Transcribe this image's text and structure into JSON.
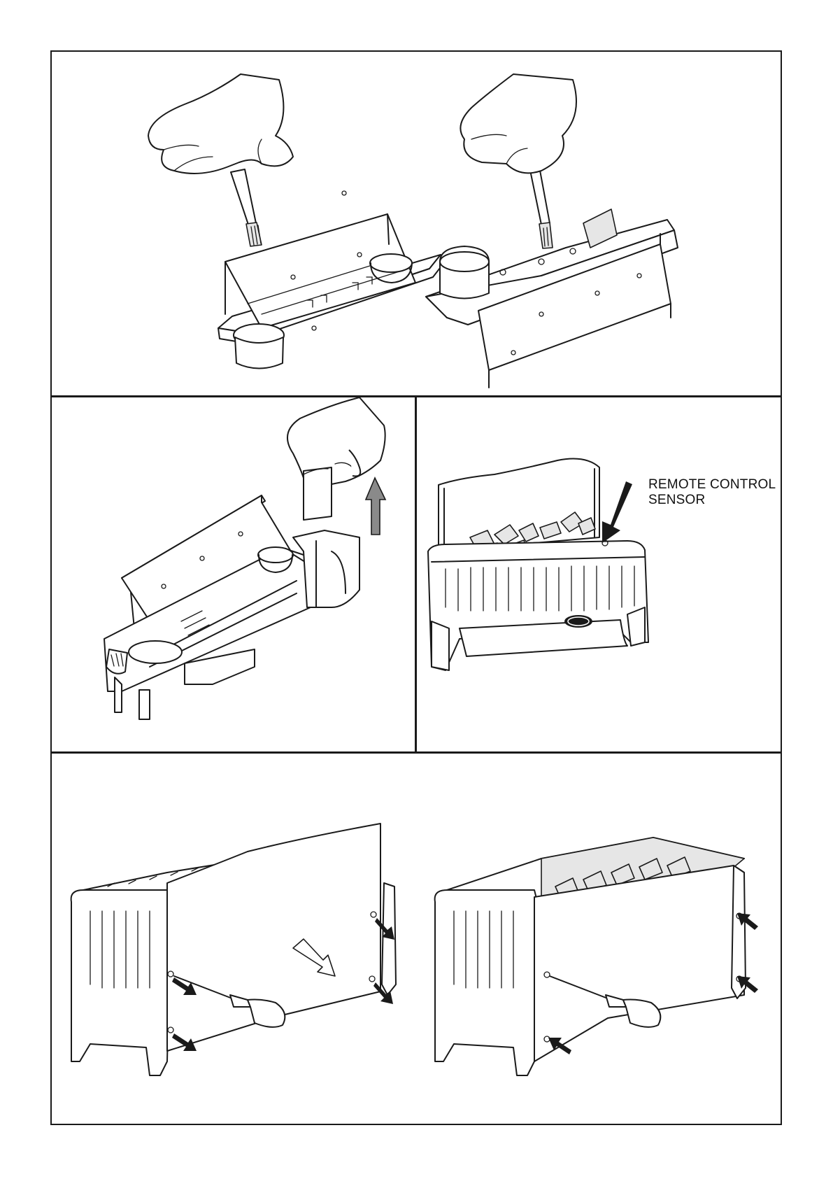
{
  "document": {
    "callouts": {
      "remote_sensor": "REMOTE CONTROL\nSENSOR"
    },
    "panels": [
      {
        "id": "panel-1",
        "illustration": "cleaning-reservoir-with-brush"
      },
      {
        "id": "panel-2",
        "illustration": "lifting-water-tank-from-reservoir"
      },
      {
        "id": "panel-3",
        "illustration": "fire-with-remote-control-sensor"
      },
      {
        "id": "panel-4",
        "illustration": "removing-rear-panel-screws"
      }
    ],
    "colors": {
      "line": "#1a1a1a",
      "background": "#ffffff",
      "arrow_grey": "#8a8a8a"
    }
  }
}
